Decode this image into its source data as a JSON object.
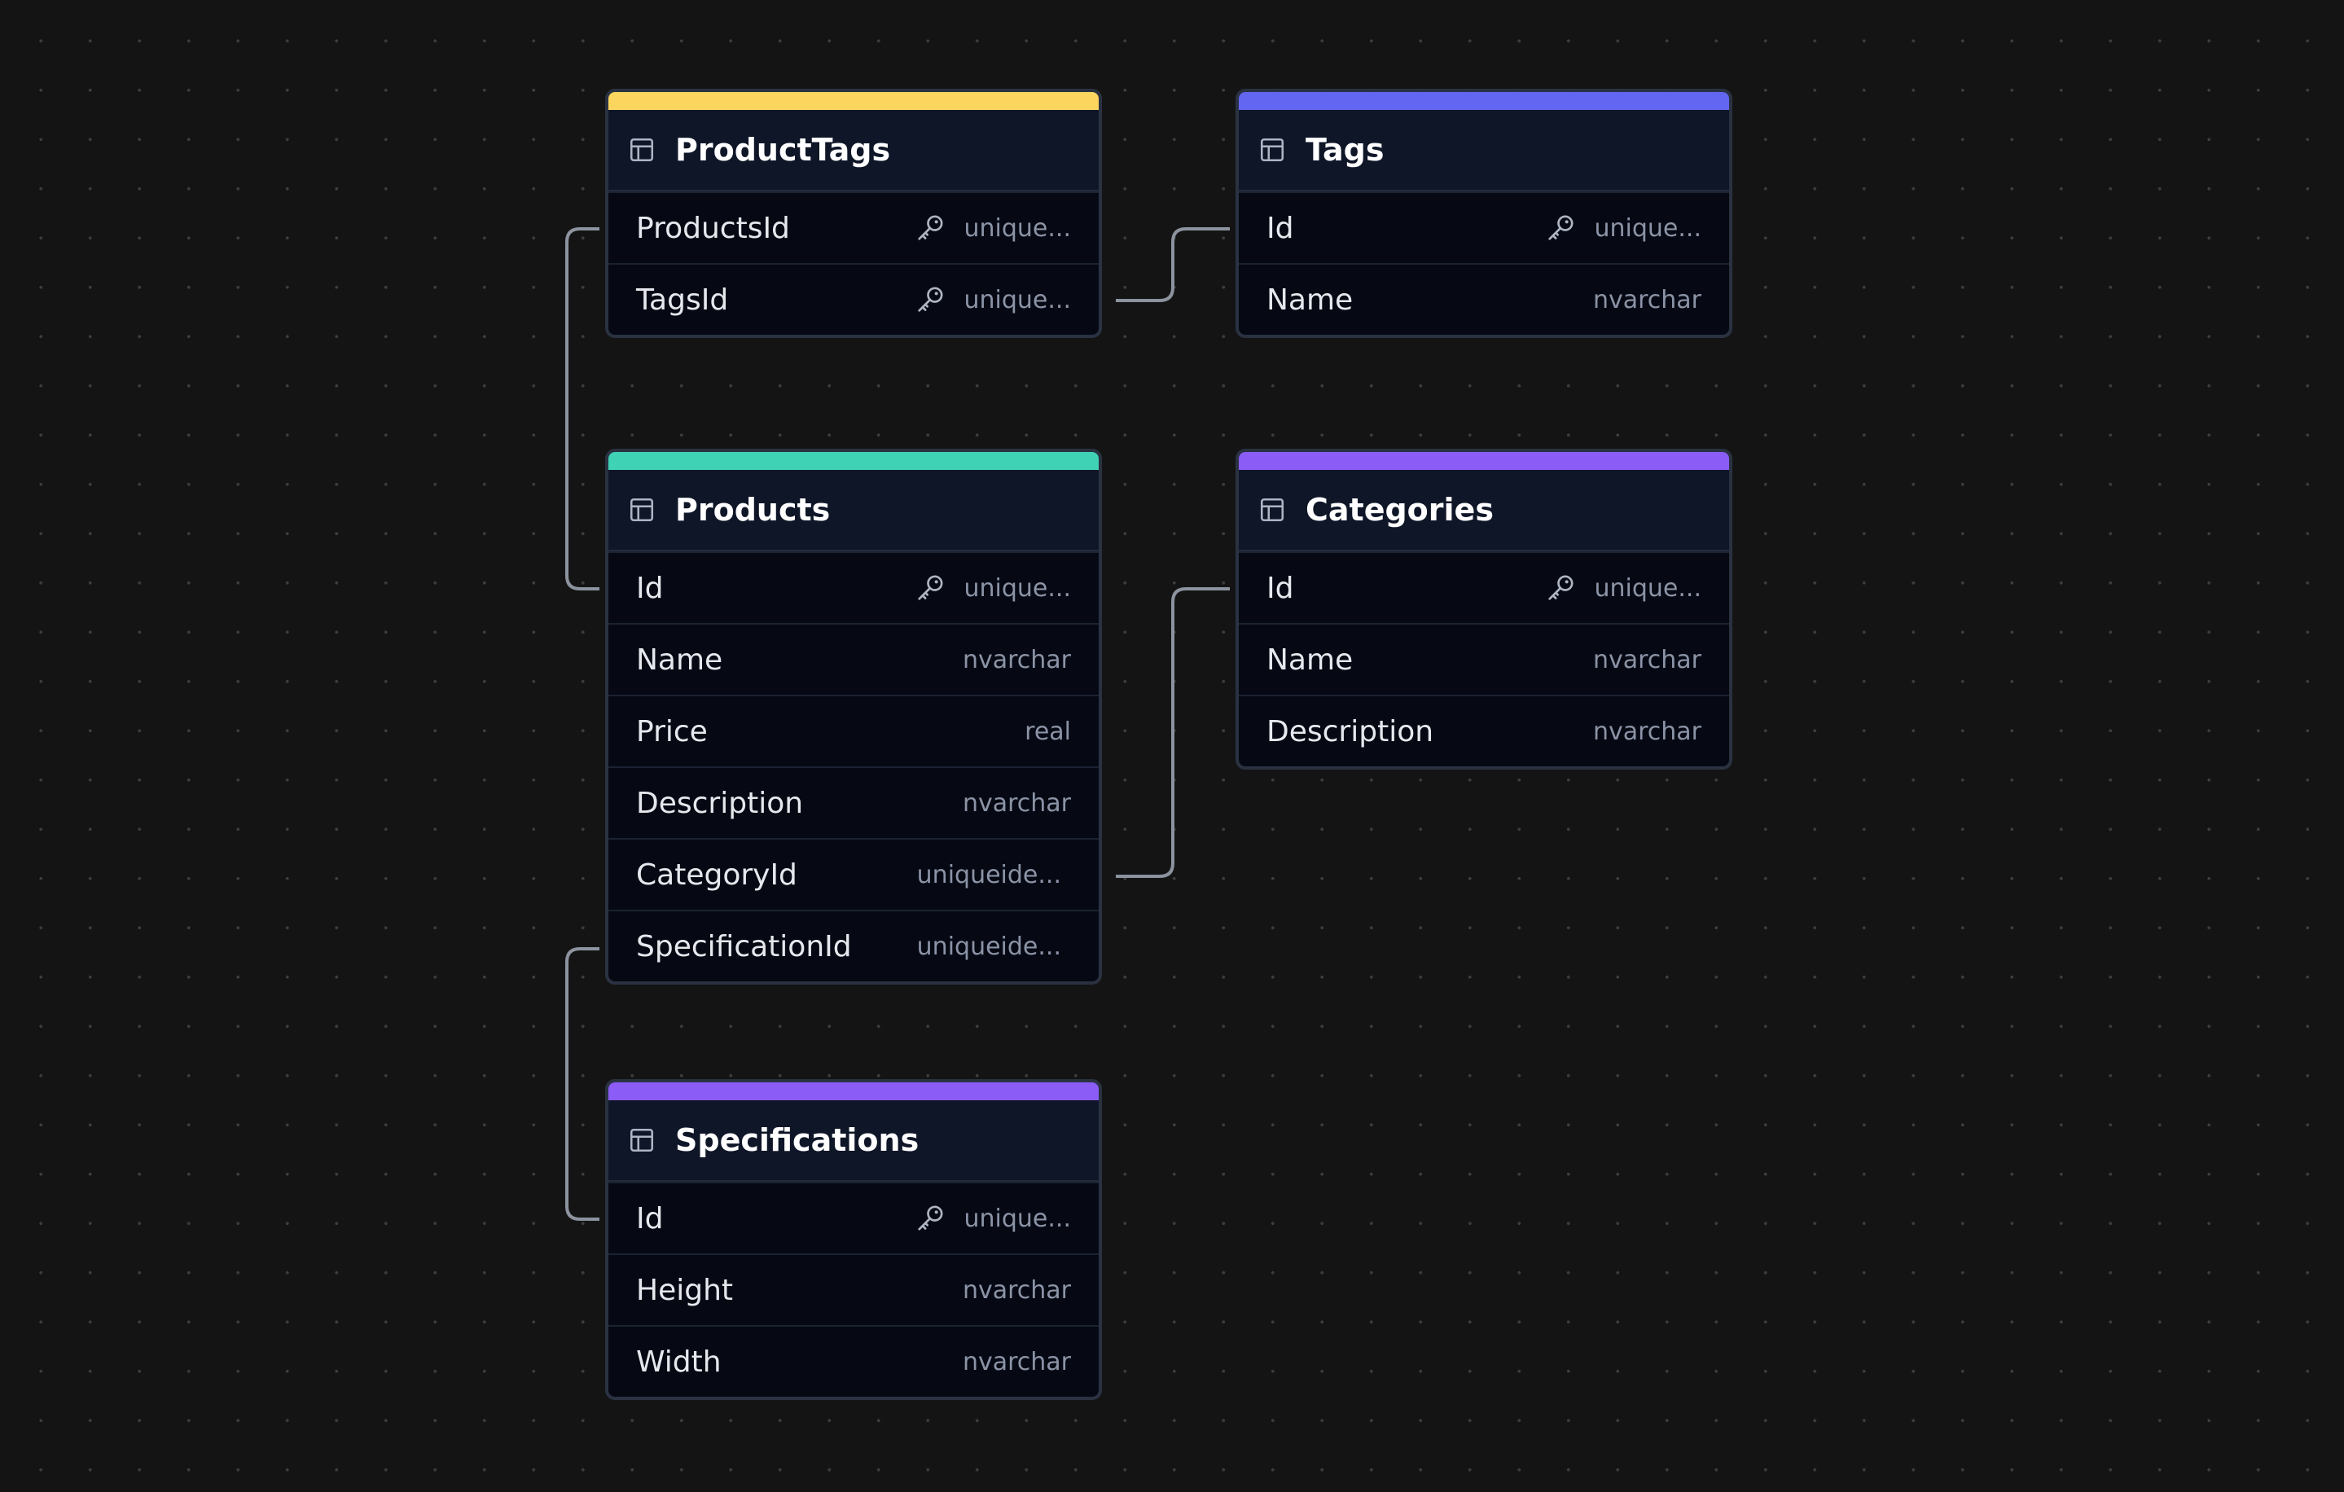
{
  "colors": {
    "background": "#141414",
    "connector": "#8c939f",
    "productTags_accent": "#fcd55f",
    "tags_accent": "#6366f1",
    "products_accent": "#3fd2b5",
    "categories_accent": "#8b5cf6",
    "specifications_accent": "#8b5cf6"
  },
  "tables": {
    "productTags": {
      "title": "ProductTags",
      "fields": [
        {
          "name": "ProductsId",
          "type": "unique...",
          "key": true
        },
        {
          "name": "TagsId",
          "type": "unique...",
          "key": true
        }
      ]
    },
    "tags": {
      "title": "Tags",
      "fields": [
        {
          "name": "Id",
          "type": "unique...",
          "key": true
        },
        {
          "name": "Name",
          "type": "nvarchar",
          "key": false
        }
      ]
    },
    "products": {
      "title": "Products",
      "fields": [
        {
          "name": "Id",
          "type": "unique...",
          "key": true
        },
        {
          "name": "Name",
          "type": "nvarchar",
          "key": false
        },
        {
          "name": "Price",
          "type": "real",
          "key": false
        },
        {
          "name": "Description",
          "type": "nvarchar",
          "key": false
        },
        {
          "name": "CategoryId",
          "type": "uniqueide...",
          "key": false
        },
        {
          "name": "SpecificationId",
          "type": "uniqueide...",
          "key": false
        }
      ]
    },
    "categories": {
      "title": "Categories",
      "fields": [
        {
          "name": "Id",
          "type": "unique...",
          "key": true
        },
        {
          "name": "Name",
          "type": "nvarchar",
          "key": false
        },
        {
          "name": "Description",
          "type": "nvarchar",
          "key": false
        }
      ]
    },
    "specifications": {
      "title": "Specifications",
      "fields": [
        {
          "name": "Id",
          "type": "unique...",
          "key": true
        },
        {
          "name": "Height",
          "type": "nvarchar",
          "key": false
        },
        {
          "name": "Width",
          "type": "nvarchar",
          "key": false
        }
      ]
    }
  }
}
